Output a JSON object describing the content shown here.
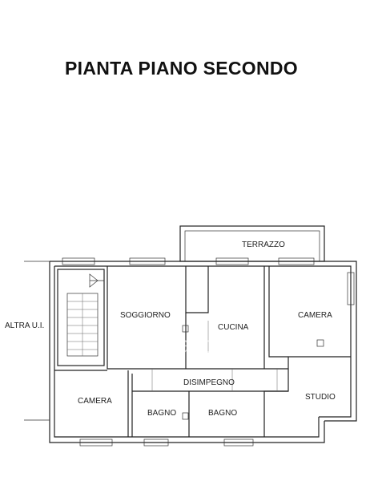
{
  "title": "PIANTA PIANO SECONDO",
  "watermark": "casa.it",
  "labels": {
    "terrazzo": "TERRAZZO",
    "altra": "ALTRA U.I.",
    "soggiorno": "SOGGIORNO",
    "cucina": "CUCINA",
    "camera_right": "CAMERA",
    "disimpegno": "DISIMPEGNO",
    "camera_left": "CAMERA",
    "bagno_left": "BAGNO",
    "bagno_right": "BAGNO",
    "studio": "STUDIO"
  }
}
